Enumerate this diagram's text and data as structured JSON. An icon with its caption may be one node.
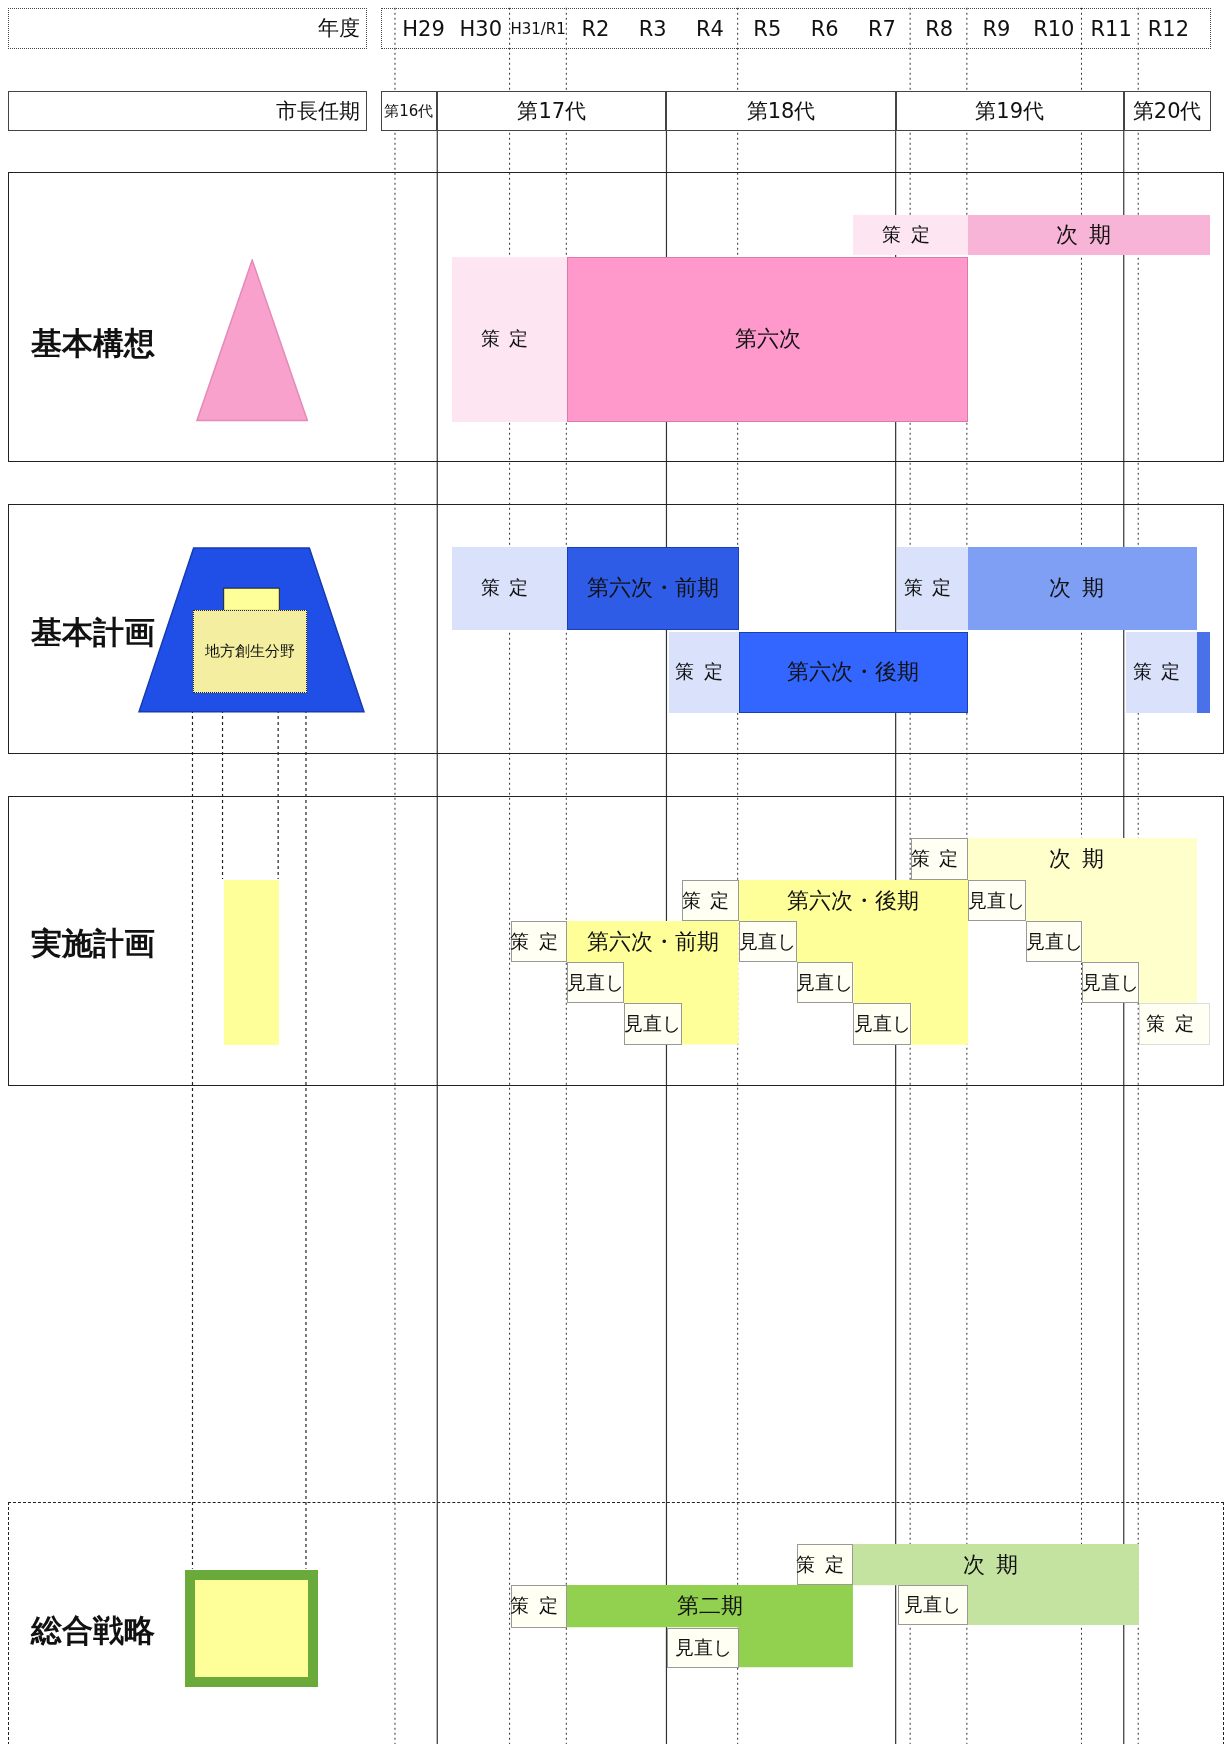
{
  "diagram": {
    "nodes": [
      {
        "text": [
          "基本構想"
        ]
      },
      {
        "text": [],
        "shape": "triangle",
        "in": 0
      },
      {
        "text": [
          "策定"
        ],
        "in": 0
      },
      {
        "text": [
          "次期"
        ],
        "in": 0
      },
      {
        "text": [
          "策定"
        ],
        "in": 0
      },
      {
        "text": [
          "第六次"
        ],
        "in": 0
      },
      {
        "text": [
          "基本計画"
        ]
      },
      {
        "text": [],
        "shape": "trapezoid",
        "in": 6
      },
      {
        "text": [
          "地方創生分野"
        ],
        "in": 7
      },
      {
        "text": [
          "策定"
        ],
        "in": 6
      },
      {
        "text": [
          "第六次・前期"
        ],
        "in": 6
      },
      {
        "text": [
          "策定"
        ],
        "in": 6
      },
      {
        "text": [
          "次期"
        ],
        "in": 6
      },
      {
        "text": [
          "策定"
        ],
        "in": 6
      },
      {
        "text": [
          "第六次・後期"
        ],
        "in": 6
      },
      {
        "text": [
          "策定"
        ],
        "in": 6
      },
      {
        "text": [],
        "shape": "bar",
        "in": 6
      },
      {
        "text": [
          "実施計画"
        ]
      },
      {
        "text": [],
        "shape": "bar",
        "in": 17
      },
      {
        "text": [
          "策定"
        ],
        "in": 17
      },
      {
        "text": [
          "次期"
        ],
        "in": 17
      },
      {
        "text": [
          "策定"
        ],
        "in": 17
      },
      {
        "text": [
          "第六次・後期"
        ],
        "in": 17
      },
      {
        "text": [
          "見直し"
        ],
        "in": 17
      },
      {
        "text": [
          "策定"
        ],
        "in": 17
      },
      {
        "text": [
          "第六次・前期"
        ],
        "in": 17
      },
      {
        "text": [
          "見直し"
        ],
        "in": 17
      },
      {
        "text": [
          "見直し"
        ],
        "in": 17
      },
      {
        "text": [
          "見直し"
        ],
        "in": 17
      },
      {
        "text": [
          "見直し"
        ],
        "in": 17
      },
      {
        "text": [
          "見直し"
        ],
        "in": 17
      },
      {
        "text": [
          "見直し"
        ],
        "in": 17
      },
      {
        "text": [
          "見直し"
        ],
        "in": 17
      },
      {
        "text": [
          "策定"
        ],
        "in": 17
      },
      {
        "text": [
          "総合戦略"
        ]
      },
      {
        "text": [
          "策定"
        ],
        "in": 34
      },
      {
        "text": [
          "次期"
        ],
        "in": 34
      },
      {
        "text": [],
        "shape": "box",
        "in": 34
      },
      {
        "text": [
          "策定"
        ],
        "in": 34
      },
      {
        "text": [
          "第二期"
        ],
        "in": 34
      },
      {
        "text": [
          "見直し"
        ],
        "in": 34
      },
      {
        "text": [
          "見直し"
        ],
        "in": 34
      }
    ],
    "edges": [
      {
        "from": 8,
        "to": 18,
        "arrow": "none",
        "style": "dashed"
      },
      {
        "from": 8,
        "to": 18,
        "arrow": "none",
        "style": "dashed"
      },
      {
        "from": 8,
        "to": 37,
        "arrow": "none",
        "style": "dashed"
      },
      {
        "from": 8,
        "to": 37,
        "arrow": "none",
        "style": "dashed"
      }
    ],
    "labels": [
      "年度",
      "H29",
      "H30",
      "H31/R1",
      "R2",
      "R3",
      "R4",
      "R5",
      "R6",
      "R7",
      "R8",
      "R9",
      "R10",
      "R11",
      "R12",
      "市長任期",
      "第16代",
      "第17代",
      "第18代",
      "第19代",
      "第20代"
    ]
  }
}
